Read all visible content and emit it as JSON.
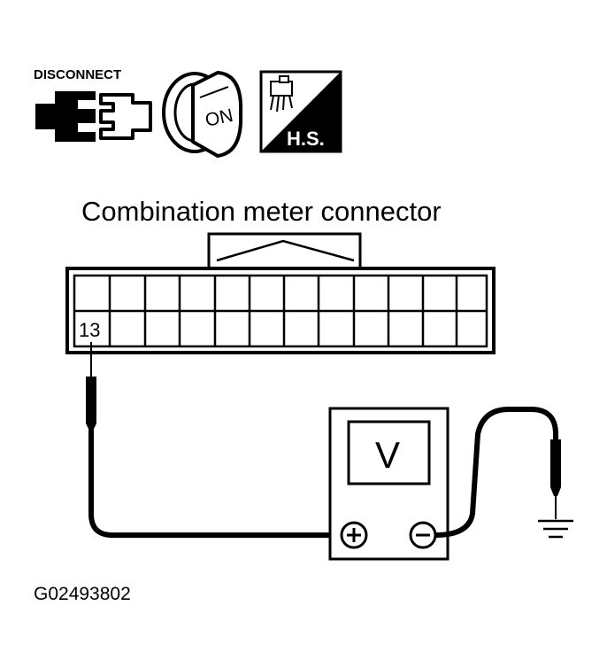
{
  "icons": {
    "disconnect_label": "DISCONNECT",
    "ignition_label": "ON",
    "harness_label": "H.S."
  },
  "connector": {
    "title": "Combination meter connector",
    "pin_label": "13"
  },
  "voltmeter": {
    "display": "V"
  },
  "figure_code": "G02493802"
}
